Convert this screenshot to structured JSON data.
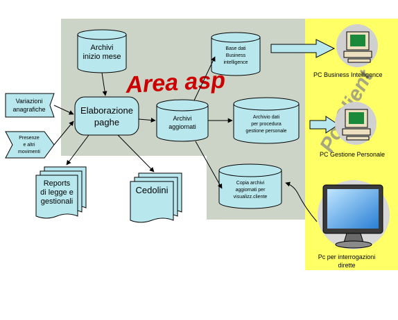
{
  "area_label": "Area asp",
  "client_label": "Pc Client",
  "nodes": {
    "archivi_inizio_mese": [
      "Archivi",
      "inizio mese"
    ],
    "base_dati_bi": [
      "Base dati",
      "Business",
      "intelligence"
    ],
    "elaborazione_paghe": [
      "Elaborazione",
      "paghe"
    ],
    "archivi_aggiornati": [
      "Archivi",
      "aggiornati"
    ],
    "archivio_dati_gestione": [
      "Archivio dati",
      "per procedura",
      "gestione personale"
    ],
    "copia_archivi": [
      "Copia archivi",
      "aggiornati per",
      "visualizz.cliente"
    ],
    "variazioni_anagrafiche": [
      "Variazioni",
      "anagrafiche"
    ],
    "presenze_movimenti": [
      "Presenze",
      "e altri",
      "movimenti"
    ],
    "reports": [
      "Reports",
      "di legge e",
      "gestionali"
    ],
    "cedolini": [
      "Cedolini"
    ]
  },
  "pcs": {
    "business_intelligence": "PC Business Intelligence",
    "gestione_personale": "PC Gestione Personale",
    "interrogazioni": [
      "Pc per interrogazioni",
      "dirette"
    ]
  },
  "colors": {
    "area_bg": "#ccd4c8",
    "client_bg": "#ffff66",
    "cylinder_fill": "#b8e8ee",
    "doc_fill": "#b8e8ee",
    "area_text": "#cc0000",
    "client_text": "#888888",
    "arrow_fill": "#b8e8ee"
  }
}
